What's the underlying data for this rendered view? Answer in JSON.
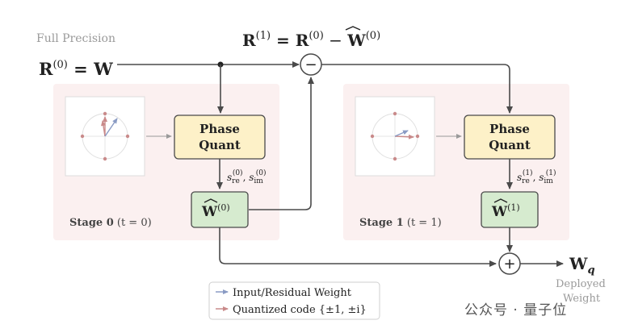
{
  "labels": {
    "full_precision": "Full Precision",
    "r0_lhs": "R",
    "r0_sup": "(0)",
    "r0_eq": " = W",
    "r1_r": "R",
    "r1_sup": "(1)",
    "r1_eq": " = R",
    "r1_sup0": "(0)",
    "r1_minus": " − ",
    "r1_w": "W",
    "r1_wsup": "(0)",
    "minus_symbol": "−",
    "plus_symbol": "+",
    "output_w": "W",
    "output_sub": "q",
    "deployed": "Deployed",
    "weight": "Weight"
  },
  "stages": [
    {
      "phase_quant_line1": "Phase",
      "phase_quant_line2": "Quant",
      "scale_re": "s",
      "scale_re_sub": "re",
      "scale_sup": "(0)",
      "scale_comma": ", ",
      "scale_im": "s",
      "scale_im_sub": "im",
      "w_hat": "W",
      "w_sup": "(0)",
      "stage_name": "Stage 0",
      "stage_param": " (t = 0)"
    },
    {
      "phase_quant_line1": "Phase",
      "phase_quant_line2": "Quant",
      "scale_re": "s",
      "scale_re_sub": "re",
      "scale_sup": "(1)",
      "scale_comma": ", ",
      "scale_im": "s",
      "scale_im_sub": "im",
      "w_hat": "W",
      "w_sup": "(1)",
      "stage_name": "Stage 1",
      "stage_param": " (t = 1)"
    }
  ],
  "legend": {
    "item1": "Input/Residual Weight",
    "item2": "Quantized code {±1, ±i}"
  },
  "watermark": "公众号 · 量子位",
  "colors": {
    "input_arrow": "#8a9bc4",
    "quant_arrow": "#c98a8a"
  }
}
